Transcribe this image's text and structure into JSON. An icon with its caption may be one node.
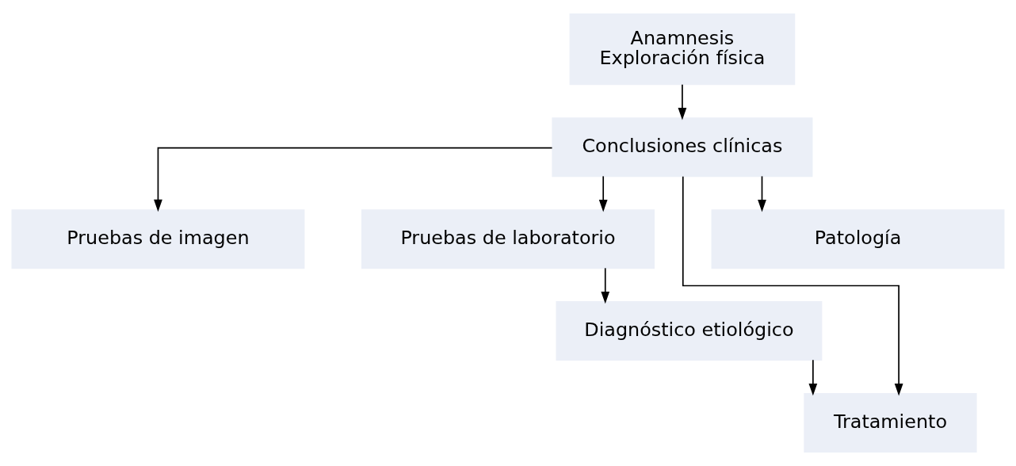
{
  "diagram": {
    "nodes": [
      {
        "text": [
          "Anamnesis",
          "Exploración física"
        ]
      },
      {
        "text": [
          "Conclusiones clínicas"
        ]
      },
      {
        "text": [
          "Pruebas de imagen"
        ]
      },
      {
        "text": [
          "Pruebas de laboratorio"
        ]
      },
      {
        "text": [
          "Patología"
        ]
      },
      {
        "text": [
          "Diagnóstico etiológico"
        ]
      },
      {
        "text": [
          "Tratamiento"
        ]
      }
    ],
    "edges": [
      {
        "from": 0,
        "to": 1,
        "arrow": "to"
      },
      {
        "from": 1,
        "to": 2,
        "arrow": "to"
      },
      {
        "from": 1,
        "to": 3,
        "arrow": "to"
      },
      {
        "from": 1,
        "to": 4,
        "arrow": "to"
      },
      {
        "from": 3,
        "to": 5,
        "arrow": "to"
      },
      {
        "from": 5,
        "to": 6,
        "arrow": "to"
      },
      {
        "from": 1,
        "to": 6,
        "arrow": "to"
      }
    ]
  }
}
